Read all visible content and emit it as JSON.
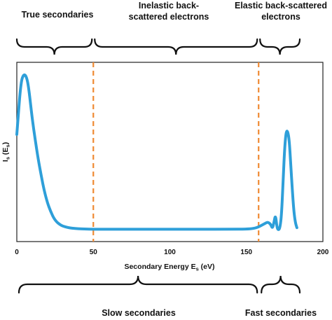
{
  "chart_data": {
    "type": "line",
    "xlabel": "Secondary Energy E",
    "xlabel_sub": "s",
    "xlabel_unit": " (eV)",
    "ylabel": "I",
    "ylabel_sub": "s",
    "ylabel_paren": " (E",
    "ylabel_paren_sub": "s",
    "ylabel_close": ")",
    "xlim": [
      0,
      200
    ],
    "x_ticks": [
      "0",
      "50",
      "100",
      "150",
      "200"
    ],
    "x_tick_values": [
      0,
      50,
      100,
      150,
      200
    ],
    "grid": false,
    "line_color": "#2e9fd9",
    "dashed_line_color": "#ef8a33",
    "dividers": [
      50,
      158
    ],
    "series": [
      {
        "name": "",
        "x": [
          0,
          1,
          2,
          3,
          4,
          5,
          6,
          7,
          8,
          9,
          10,
          12,
          14,
          16,
          18,
          20,
          22,
          24,
          26,
          28,
          30,
          33,
          36,
          40,
          45,
          50,
          60,
          80,
          100,
          120,
          140,
          150,
          155,
          158,
          160,
          162,
          164,
          166,
          167,
          168,
          169,
          170,
          171,
          172,
          173,
          174,
          175,
          176,
          177,
          178,
          179,
          180,
          181,
          182,
          183
        ],
        "y": [
          0.58,
          0.7,
          0.82,
          0.9,
          0.93,
          0.94,
          0.93,
          0.9,
          0.84,
          0.76,
          0.68,
          0.55,
          0.43,
          0.33,
          0.24,
          0.17,
          0.12,
          0.08,
          0.055,
          0.04,
          0.03,
          0.022,
          0.017,
          0.014,
          0.012,
          0.011,
          0.011,
          0.011,
          0.011,
          0.011,
          0.011,
          0.012,
          0.016,
          0.025,
          0.035,
          0.045,
          0.055,
          0.04,
          0.015,
          0.05,
          0.1,
          0.02,
          0.005,
          0.02,
          0.1,
          0.3,
          0.5,
          0.6,
          0.6,
          0.55,
          0.4,
          0.25,
          0.12,
          0.05,
          0.02
        ]
      }
    ],
    "regions_top": [
      {
        "label_lines": [
          "True secondaries"
        ],
        "x0": 0,
        "x1": 50
      },
      {
        "label_lines": [
          "Inelastic back-",
          "scattered electrons"
        ],
        "x0": 50,
        "x1": 158
      },
      {
        "label_lines": [
          "Elastic back-scattered",
          "electrons"
        ],
        "x0": 158,
        "x1": 184
      }
    ],
    "regions_bottom": [
      {
        "label_lines": [
          "Slow secondaries"
        ],
        "x0": 0,
        "x1": 158
      },
      {
        "label_lines": [
          "Fast secondaries"
        ],
        "x0": 158,
        "x1": 184
      }
    ]
  }
}
